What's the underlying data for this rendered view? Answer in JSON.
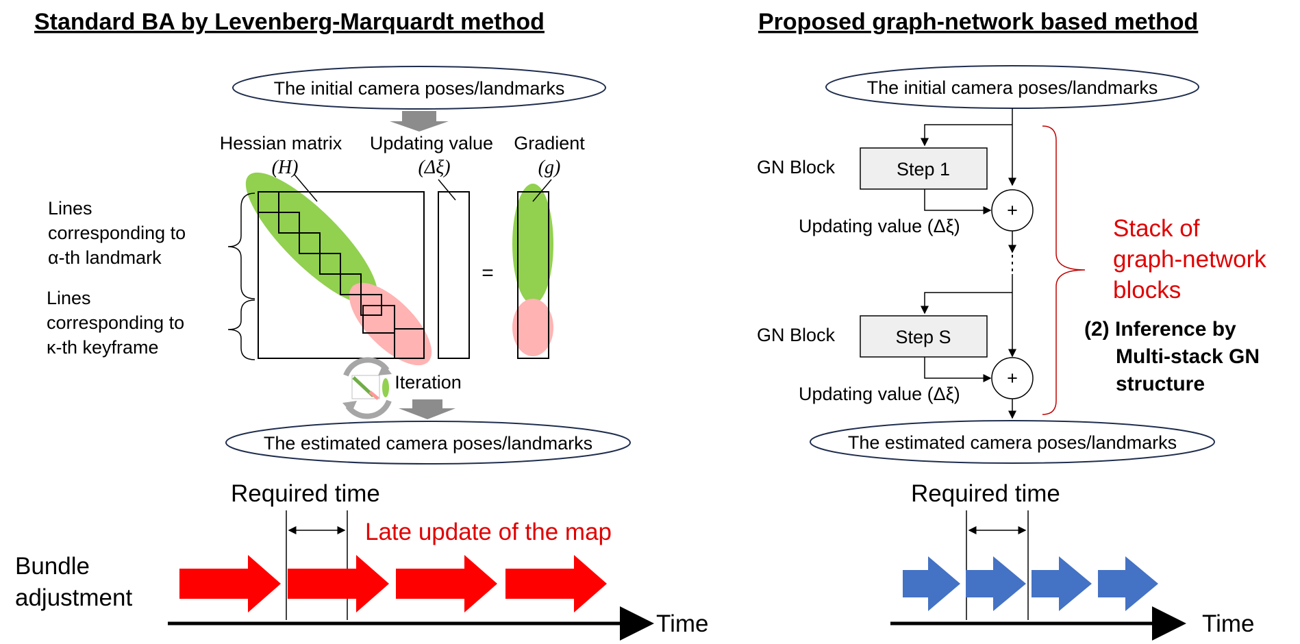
{
  "left": {
    "title": "Standard BA by Levenberg-Marquardt method",
    "initial": "The initial camera poses/landmarks",
    "estimated": "The estimated camera poses/landmarks",
    "hessian_label": "Hessian matrix",
    "hessian_sym": "(H)",
    "update_label": "Updating value",
    "update_sym": "(Δξ)",
    "gradient_label": "Gradient",
    "gradient_sym": "(g)",
    "equals": "=",
    "landmark_lines": [
      "Lines",
      "corresponding to",
      "α-th landmark"
    ],
    "keyframe_lines": [
      "Lines",
      "corresponding to",
      "κ-th keyframe"
    ],
    "iteration": "Iteration",
    "required_time": "Required time",
    "late_update": "Late update of the map",
    "bundle": [
      "Bundle",
      "adjustment"
    ],
    "time": "Time"
  },
  "right": {
    "title": "Proposed graph-network based method",
    "initial": "The initial camera poses/landmarks",
    "estimated": "The estimated camera poses/landmarks",
    "gn_block_1": "GN Block",
    "step1": "Step 1",
    "gn_block_2": "GN Block",
    "stepS": "Step S",
    "plus": "+",
    "updating_1": "Updating value (Δξ)",
    "updating_2": "Updating value (Δξ)",
    "stack": [
      "Stack of",
      "graph-network",
      "blocks"
    ],
    "inference": [
      "(2) Inference by",
      "Multi-stack GN",
      "structure"
    ],
    "required_time": "Required time",
    "time": "Time"
  },
  "colors": {
    "red_arrow": "#ff0000",
    "blue_arrow": "#4472c4",
    "green": "#92d050",
    "pink": "#ffb3b3",
    "red_text": "#e00000",
    "bracket_red": "#c00000",
    "ellipse_border": "#1f2d4d",
    "gray_arrow": "#8c8c8c",
    "step_fill": "#efefef"
  }
}
